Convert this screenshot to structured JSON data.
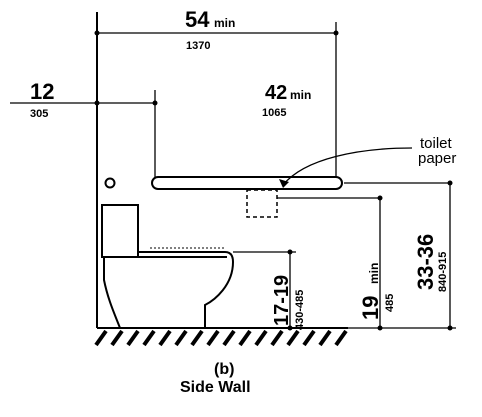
{
  "dimensions": {
    "overall_width_value": "54",
    "overall_width_qualifier": "min",
    "overall_width_mm": "1370",
    "wall_offset_value": "12",
    "wall_offset_mm": "305",
    "grab_bar_length_value": "42",
    "grab_bar_length_qualifier": "min",
    "grab_bar_length_mm": "1065",
    "seat_height_value": "17-19",
    "seat_height_mm": "430-485",
    "paper_height_value": "19",
    "paper_height_qualifier": "min",
    "paper_height_mm": "485",
    "bar_height_value": "33-36",
    "bar_height_mm": "840-915"
  },
  "annotation": {
    "line1": "toilet",
    "line2": "paper"
  },
  "caption": {
    "label": "(b)",
    "title": "Side Wall"
  }
}
